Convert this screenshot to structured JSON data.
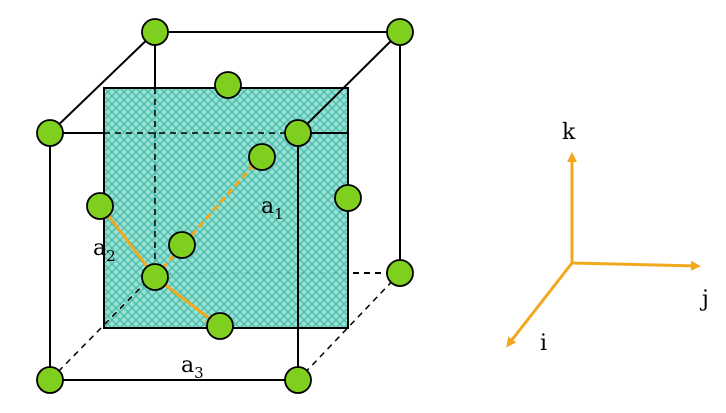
{
  "lattice": {
    "vectors": [
      {
        "id": "a1",
        "symbol": "a",
        "subscript": "1"
      },
      {
        "id": "a2",
        "symbol": "a",
        "subscript": "2"
      },
      {
        "id": "a3",
        "symbol": "a",
        "subscript": "3"
      }
    ]
  },
  "axes": {
    "k": "k",
    "j": "j",
    "i": "i"
  },
  "colors": {
    "atom_fill": "#7fcf1e",
    "atom_stroke": "#000000",
    "plane_fill": "#6fd6c6",
    "plane_hatch": "#3fb5a3",
    "vector_arrow": "#f2a81d",
    "edge": "#000000"
  }
}
